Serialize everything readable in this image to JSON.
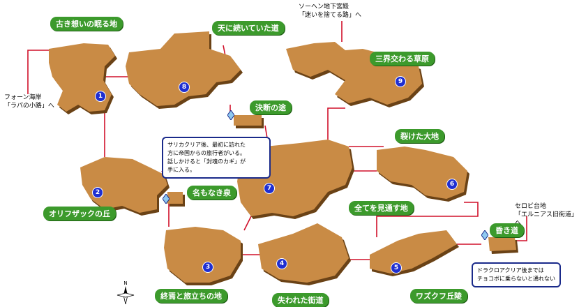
{
  "areas": [
    {
      "id": 1,
      "marker": "1",
      "label": "古き想いの眠る地"
    },
    {
      "id": 2,
      "marker": "2",
      "label": "オリフザックの丘"
    },
    {
      "id": 3,
      "marker": "3",
      "label": "終焉と旅立ちの地"
    },
    {
      "id": 4,
      "marker": "4",
      "label": "失われた街道"
    },
    {
      "id": 5,
      "marker": "5",
      "label": "ワズクフ丘陵"
    },
    {
      "id": 6,
      "marker": "6",
      "label": "裂けた大地"
    },
    {
      "id": 7,
      "marker": "7",
      "label": "全てを見通す地"
    },
    {
      "id": 8,
      "marker": "8",
      "label": "天に続いていた道"
    },
    {
      "id": 9,
      "marker": "9",
      "label": "三界交わる草原"
    }
  ],
  "spots": {
    "ketsudan": "決断の途",
    "namonaki": "名もなき泉",
    "kuregi": "昏き道"
  },
  "notes": {
    "sarika": "サリカクリア後、最初に訪れた\n方に帝国からの旅行者がいる。\n話しかけると「封魂のカギ」が\n手に入る。",
    "dracro": "ドラクロアクリア後までは\nチョコボに乗らないと通れない"
  },
  "exits": {
    "north": "ソーヘン地下宮殿\n「迷いを捨てる路」へ",
    "west": "フォーン海岸\n「ラパの小路」へ",
    "east": "セロビ台地\n「エルニアス旧街道」へ"
  },
  "compass": {
    "north_letter": "N"
  },
  "colors": {
    "land": "#c98b45",
    "land_dark": "#8a5a22",
    "route": "#d0102a",
    "label_bg": "#3c9a2c",
    "marker": "#1f2fd1"
  }
}
